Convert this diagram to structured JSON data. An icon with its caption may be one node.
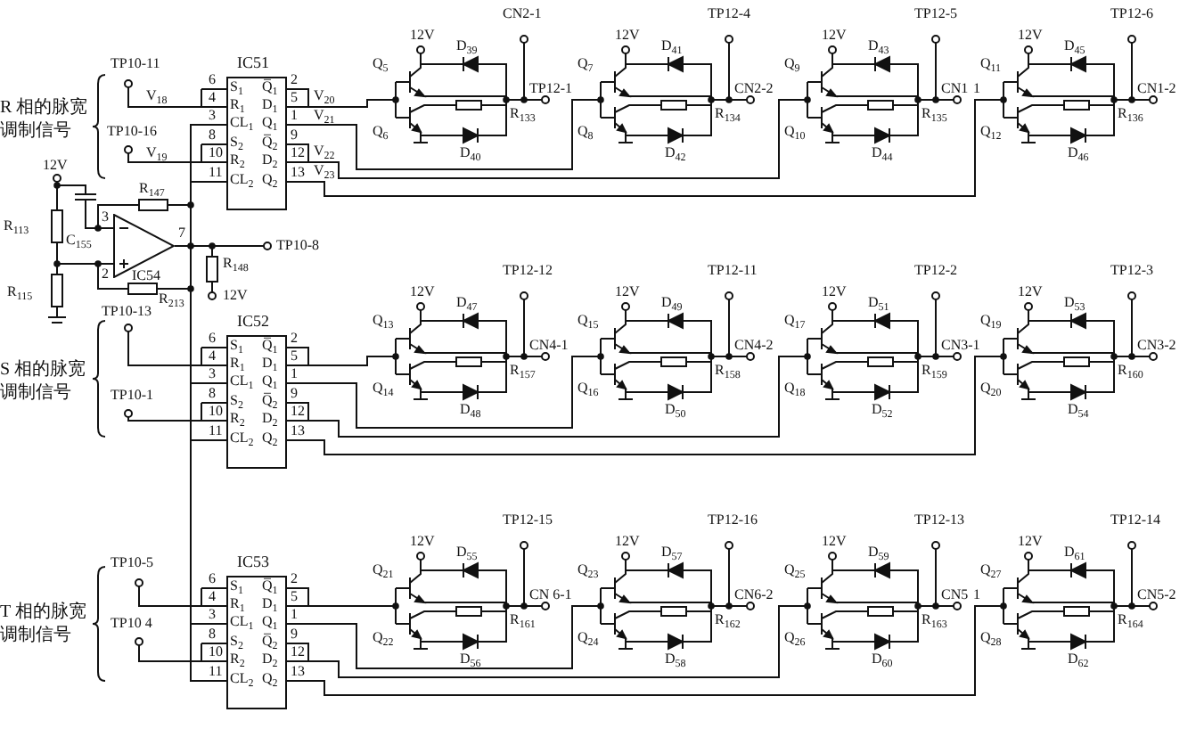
{
  "diagram": {
    "nodes": [
      {
        "text": [
          "IC51"
        ]
      },
      {
        "text": [
          "IC52"
        ]
      },
      {
        "text": [
          "IC53"
        ]
      },
      {
        "text": [
          "IC54"
        ]
      }
    ],
    "edges": [
      {
        "from": 3,
        "to": 0,
        "arrow": "none"
      },
      {
        "from": 3,
        "to": 0,
        "arrow": "none"
      },
      {
        "from": 3,
        "to": 1,
        "arrow": "none"
      },
      {
        "from": 3,
        "to": 1,
        "arrow": "none"
      },
      {
        "from": 3,
        "to": 2,
        "arrow": "none"
      },
      {
        "from": 3,
        "to": 2,
        "arrow": "none"
      }
    ],
    "labels": [
      "R 相的脉宽调制信号",
      "TP10-11",
      "V$_{18}$",
      "TP10-16",
      "V$_{19}$",
      "6",
      "S$_{1}$",
      "Q̅$_{1}$",
      "2",
      "4",
      "R$_{1}$",
      "D$_{1}$",
      "5",
      "3",
      "CL$_{1}$",
      "Q$_{1}$",
      "1",
      "8",
      "S$_{2}$",
      "Q̅$_{2}$",
      "9",
      "10",
      "R$_{2}$",
      "D$_{2}$",
      "12",
      "11",
      "CL$_{2}$",
      "Q$_{2}$",
      "13",
      "V$_{20}$",
      "V$_{21}$",
      "V$_{22}$",
      "V$_{23}$",
      "12V",
      "R$_{113}$",
      "C$_{155}$",
      "R$_{147}$",
      "3",
      "7",
      "2",
      "TP10-8",
      "R$_{148}$",
      "12V",
      "R$_{115}$",
      "R$_{213}$",
      "S 相的脉宽调制信号",
      "TP10-13",
      "TP10-1",
      "6",
      "S$_{1}$",
      "Q̅$_{1}$",
      "2",
      "4",
      "R$_{1}$",
      "D$_{1}$",
      "5",
      "3",
      "CL$_{1}$",
      "Q$_{1}$",
      "1",
      "8",
      "S$_{2}$",
      "Q̅$_{2}$",
      "9",
      "10",
      "R$_{2}$",
      "D$_{2}$",
      "12",
      "11",
      "CL$_{2}$",
      "Q$_{2}$",
      "13",
      "T 相的脉宽调制信号",
      "TP10-5",
      "TP10 4",
      "6",
      "S$_{1}$",
      "Q̅$_{1}$",
      "2",
      "4",
      "R$_{1}$",
      "D$_{1}$",
      "5",
      "3",
      "CL$_{1}$",
      "Q$_{1}$",
      "1",
      "8",
      "S$_{2}$",
      "Q̅$_{2}$",
      "9",
      "10",
      "R$_{2}$",
      "D$_{2}$",
      "12",
      "11",
      "CL$_{2}$",
      "Q$_{2}$",
      "13",
      "12V",
      "Q$_{5}$",
      "Q$_{6}$",
      "D$_{39}$",
      "D$_{40}$",
      "R$_{133}$",
      "CN2-1",
      "TP12-1",
      "12V",
      "Q$_{7}$",
      "Q$_{8}$",
      "D$_{41}$",
      "D$_{42}$",
      "R$_{134}$",
      "TP12-4",
      "CN2-2",
      "12V",
      "Q$_{9}$",
      "Q$_{10}$",
      "D$_{43}$",
      "D$_{44}$",
      "R$_{135}$",
      "TP12-5",
      "CN1",
      "12V",
      "Q$_{11}$",
      "Q$_{12}$",
      "D$_{45}$",
      "D$_{46}$",
      "R$_{136}$",
      "TP12-6",
      "CN1-2",
      "12V",
      "Q$_{13}$",
      "Q$_{14}$",
      "D$_{47}$",
      "D$_{48}$",
      "R$_{157}$",
      "TP12-12",
      "CN4-1",
      "12V",
      "Q$_{15}$",
      "Q$_{16}$",
      "D$_{49}$",
      "D$_{50}$",
      "R$_{158}$",
      "TP12-11",
      "CN4-2",
      "12V",
      "Q$_{17}$",
      "Q$_{18}$",
      "D$_{51}$",
      "D$_{52}$",
      "R$_{159}$",
      "TP12-2",
      "CN3-1",
      "12V",
      "Q$_{19}$",
      "Q$_{20}$",
      "D$_{53}$",
      "D$_{54}$",
      "R$_{160}$",
      "TP12-3",
      "CN3-2",
      "12V",
      "Q$_{21}$",
      "Q$_{22}$",
      "D$_{55}$",
      "D$_{56}$",
      "R$_{161}$",
      "TP12-15",
      "CN 6-1",
      "12V",
      "Q$_{23}$",
      "Q$_{24}$",
      "D$_{57}$",
      "D$_{58}$",
      "R$_{162}$",
      "TP12-16",
      "CN6-2",
      "12V",
      "Q$_{25}$",
      "Q$_{26}$",
      "D$_{59}$",
      "D$_{60}$",
      "R$_{163}$",
      "TP12-13",
      "CN5",
      "12V",
      "Q$_{27}$",
      "Q$_{28}$",
      "D$_{61}$",
      "D$_{62}$",
      "R$_{164}$",
      "TP12-14",
      "CN5-2",
      "1",
      "1"
    ]
  }
}
